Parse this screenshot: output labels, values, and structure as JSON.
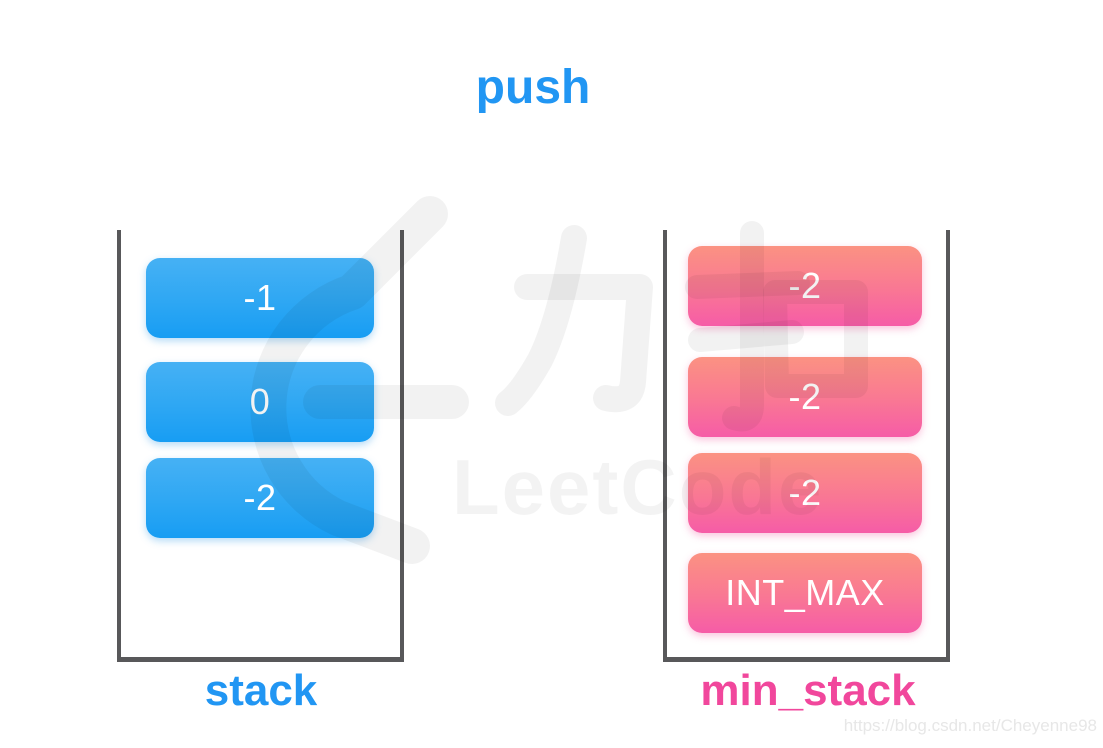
{
  "title": "push",
  "stacks": {
    "left": {
      "label": "stack",
      "items": [
        "-1",
        "0",
        "-2"
      ],
      "item_gradient_top": "#46b1f4",
      "item_gradient_bottom": "#179df3",
      "label_color": "#2196f3"
    },
    "right": {
      "label": "min_stack",
      "items": [
        "-2",
        "-2",
        "-2",
        "INT_MAX"
      ],
      "item_gradient_top": "#fb9282",
      "item_gradient_bottom": "#f65ca7",
      "label_color": "#f1479c"
    }
  },
  "watermark": {
    "brand": "LeetCode",
    "url": "https://blog.csdn.net/Cheyenne98"
  },
  "colors": {
    "title": "#2196f3",
    "container_border": "#58585a",
    "item_text": "#ffffff",
    "background": "#ffffff",
    "watermark": "rgba(0,0,0,0.05)"
  }
}
